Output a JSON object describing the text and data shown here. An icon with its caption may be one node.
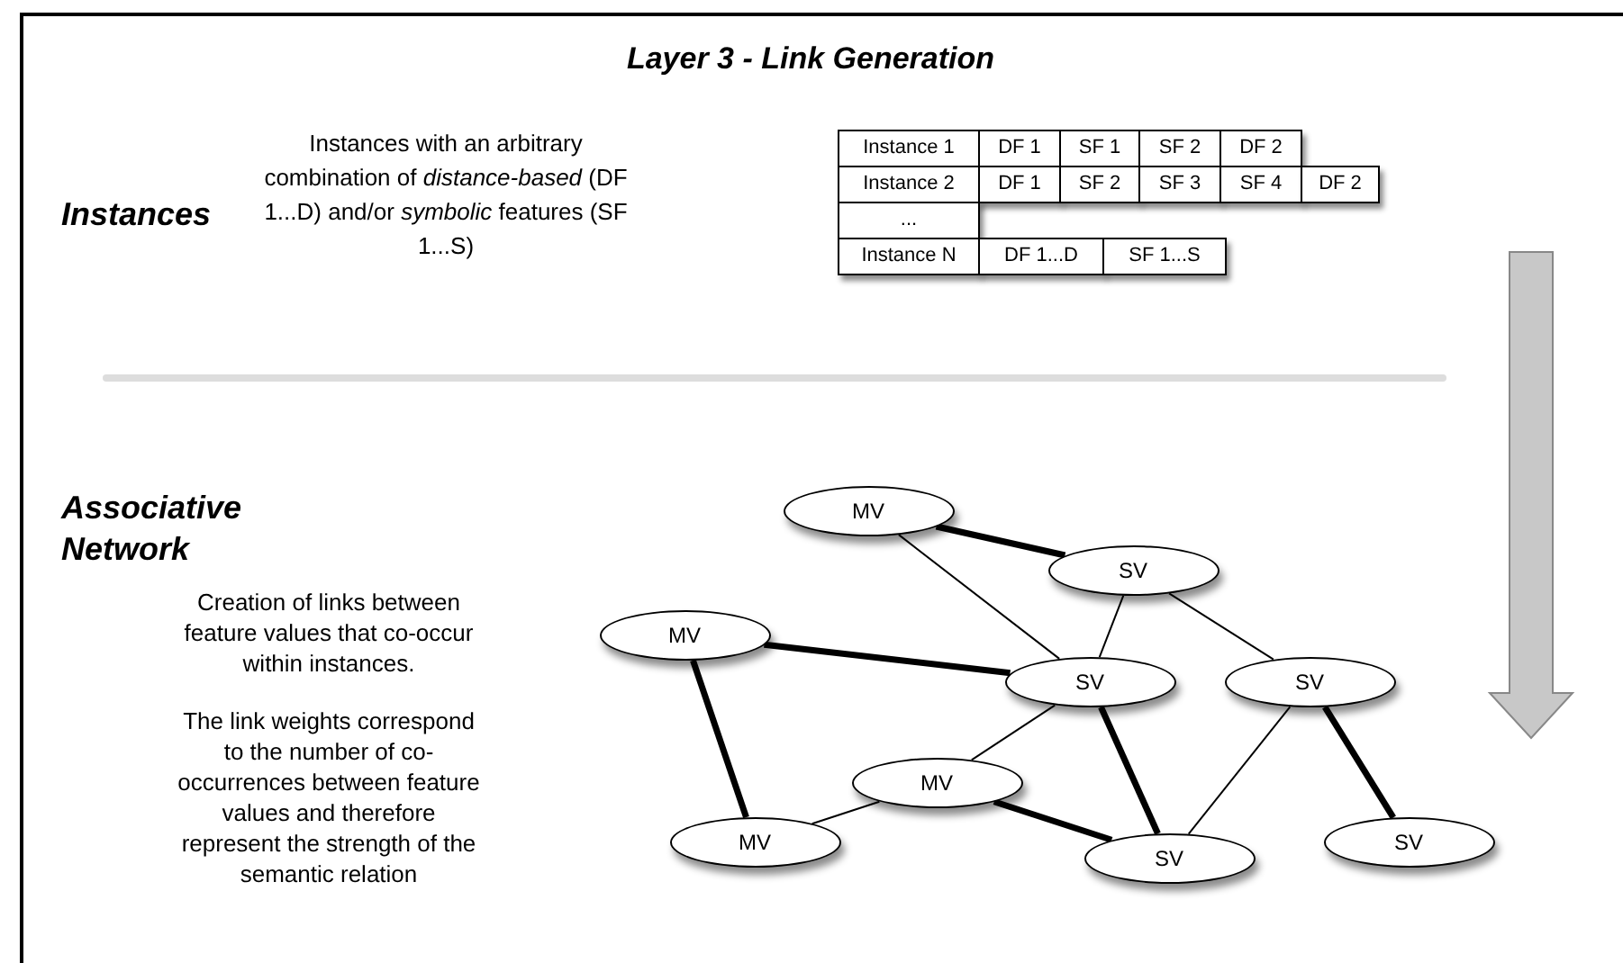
{
  "diagram": {
    "title": "Layer 3 - Link Generation",
    "nodes": [
      {
        "text": [
          "MV"
        ]
      },
      {
        "text": [
          "SV"
        ]
      },
      {
        "text": [
          "MV"
        ]
      },
      {
        "text": [
          "SV"
        ]
      },
      {
        "text": [
          "SV"
        ]
      },
      {
        "text": [
          "MV"
        ]
      },
      {
        "text": [
          "MV"
        ]
      },
      {
        "text": [
          "SV"
        ]
      },
      {
        "text": [
          "SV"
        ]
      }
    ],
    "edges": [
      {
        "from": 0,
        "to": 1,
        "arrow": "none",
        "style": "thick"
      },
      {
        "from": 0,
        "to": 3,
        "arrow": "none"
      },
      {
        "from": 1,
        "to": 3,
        "arrow": "none"
      },
      {
        "from": 1,
        "to": 4,
        "arrow": "none"
      },
      {
        "from": 2,
        "to": 3,
        "arrow": "none",
        "style": "thick"
      },
      {
        "from": 2,
        "to": 6,
        "arrow": "none",
        "style": "thick"
      },
      {
        "from": 3,
        "to": 5,
        "arrow": "none"
      },
      {
        "from": 3,
        "to": 7,
        "arrow": "none",
        "style": "thick"
      },
      {
        "from": 4,
        "to": 7,
        "arrow": "none"
      },
      {
        "from": 4,
        "to": 8,
        "arrow": "none",
        "style": "thick"
      },
      {
        "from": 6,
        "to": 5,
        "arrow": "none"
      },
      {
        "from": 5,
        "to": 7,
        "arrow": "none",
        "style": "thick"
      }
    ],
    "labels": [
      "Instances",
      "Instances with an arbitrary combination of *distance-based* (DF 1...D) and/or *symbolic* features (SF 1...S)",
      "Instance 1",
      "DF 1",
      "SF 1",
      "SF 2",
      "DF 2",
      "Instance 2",
      "DF 1",
      "SF 2",
      "SF 3",
      "SF 4",
      "DF 2",
      "...",
      "Instance N",
      "DF 1...D",
      "SF 1...S",
      "Associative Network",
      "Creation of links between feature values that co-occur within instances.",
      "The link weights correspond to the number of co-occurrences between feature values and therefore represent the strength of the semantic relation"
    ]
  }
}
